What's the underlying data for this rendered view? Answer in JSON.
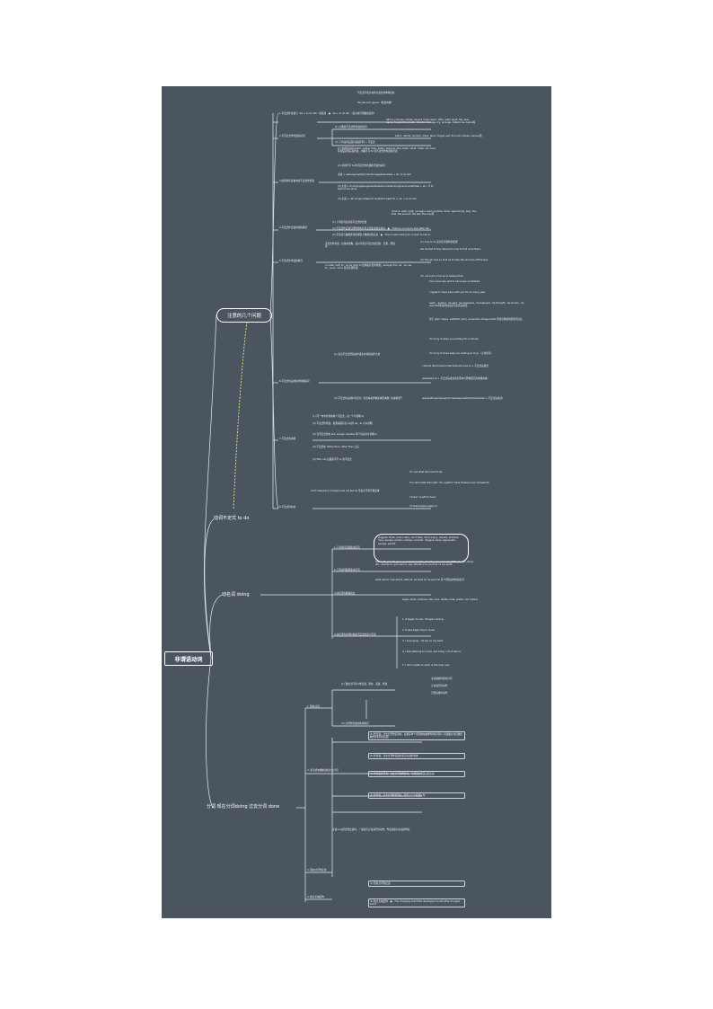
{
  "title": "非谓语动词",
  "branches": {
    "b1": "注意的几个问题",
    "b2": "动词不定式 to do",
    "b3": "动名词 doing",
    "b4": "分词 现在分词doing 过去分词 done"
  },
  "b1_top": [
    "不定式不表示动词主语的具体特征时",
    "His job is to guard.（职责内容）"
  ],
  "b1_items": [
    "1.不定式作表语与 “be + to do sth.” 的区别　●　be + to do sth.（表示将行所做的安排）",
    "2.带不定式作宾语的动词",
    "3.如何辨析表格中的不定式作宾语",
    "4.不定式作定语的特殊情况",
    "5.不定式作状语的情况",
    "6.不定式的完成时的特殊情况",
    "7.不定式的省略",
    "8.不定式的时态"
  ],
  "b1_details": [
    "afford, promise, refuse, expect, hope, learn, offer, wish, want, fail, plan, agree, forget, like, prefer, decide, manage, try, arrange, determine, desire等",
    "(1) 只能接不定式作宾语的动词",
    "teach, decide, wonder, show, learn, forget, ask, find out, advise, discuss等。",
    "(2) 下列动词后面可接疑问词 + 不定式",
    "(1) 在感官动词 watch, notice, hear, listen, observe, feel, taste, smell, make, let, have等使役动词后接宾语，省略不带 to 的不定式作宾语补足语",
    "(2) 常用不带 to 的不定式作宾语补足语的动词",
    "主语 + ask/require/tell/order/force/get/want/like + sb. to do sth.",
    "(3) 主语 + think/judge/suppose/believe/consider/imagine/consider/feel + sb. / it to be/to have done",
    "(4) 主语 + call on/upon/depend on/wait for/ask for + sb. + to do sth.",
    "chance, wish, right, courage, need, promise, time, opportunity, way, the first, the second, the last, the only等",
    "(1) 下列名词后常接不定式作定语",
    "(2) 不定式作定语与所修饰的名词之间是动宾关系时　●　There is no one to look after her.",
    "(3) 不定式与被修饰词在逻辑上构成动宾关系　●　She is now looking for a room to live in.",
    "不定式作状语，常用在结构，如只不表示不定式的目的、结果、原因等",
    "(1) only to do 表示出乎意料的结果",
    "We hurried to the classroom only to find none there.",
    "(2) The girl was so kind as to help the old man off the bus.",
    "in order (not) to、so as (not) to 结构表示目的状语；enough, too...to、so...as to、such...as to 表示结果状语",
    "I'm not such a fool as to believe that.",
    "The novel was said to have been published.",
    "I regret to have been with you for so many year.",
    "seem、appear、be said、be supposed、be believed、be thought、be known、be reported等动词时后接不定式完成式",
    "用于 glad, happy, satisfied, sorry, surprised, disappointed 等表示情感的形容词之后",
    "I'm sorry to keep you waiting for a minute.",
    "I'm sorry to have kept you waiting so long.（正在等待）",
    "(1) 表示不定式所指动作发生在谓语动作之前",
    "I should like to/would like to/would love to + 不定式完成式",
    "(was/were to + 不定式完成式表示原本打算做而实际未做的事)",
    "(2) 不定式的完成时可表示 “过去本来想做某事而未做” 的虚拟语气",
    "(expect/hope/mean/promise/suppose/think/want/wish + 不定式完成式)",
    "(1) 同一句中并列的两个不定式，后一个可省略 to",
    "(2) 不定式作宾语，如果前面有实义动词 do，to 可以省略",
    "(3) 当不定式用在 but, except, besides 等介词后时可省略 to",
    "(4) 不定式在 rather than, other than 之后",
    "(5) Why not 后面接不带 to 的不定式",
    "can't help/can't choose/could not but do 等表示不得不做某事",
    "I'm not what she used to be.",
    "You came late last night. You ought to have finished your homework.",
    "I knew I ought to have.",
    "I'd like/love/be happy to."
  ],
  "b3_items": [
    "1.下列动词只能接动名词",
    "2.下列动词既能接动名词",
    "3.动名词的特殊用法",
    "4.动名词的动词时态和不定式的意义区别"
  ],
  "b3_details": [
    "suggest, finish, avoid, stop, can't help, mind, enjoy, require, practise, miss, escape, pardon, advise, consider, imagine, keep, appreciate, escape, permit",
    "leave off, put off, give up, look forward to, feel like, have trouble/difficulty (in) doing sth., devote to, get used to, pay attention to, be fond of, be worth",
    "what about, how about, without, be tired of, be good at 等介词短语中的动名词",
    "begin, start, continue, like, love, dislike, hate, prefer, can't stand",
    "1. It began to rain. It began raining.",
    "2. It was beginning to snow.",
    "3. I love lying... (to lie) on my back.",
    "4. I like listening to music, but today I don't like to.",
    "5. I don't prefer to swim in the river now."
  ],
  "b4_items": [
    "1. 现在分词",
    "2. 表示状态或被动的过去分词",
    "3. 现在分词作定语",
    "4. 独立主格结构"
  ],
  "b4_details": [
    "(1) 现在分词可以作定语、宾补、表语、状语",
    "主动语态的现在分词",
    "正在进行的动作",
    "已经完成的动作",
    "(2) 分词作状语的各种情况",
    "(1) 作定语，过去分词作定语时，如果是单个词应放在被修饰的名词前；短语或从句应放在被修饰名词的后面",
    "(2) 作表语，过去分词作表语时表示主语的状态",
    "(3) 作宾语补足语，过去分词作宾补时，与宾语之间是动宾关系",
    "(4) 作状语，过去分词作状语时，相当于一个状语从句",
    "主语+ing形式作定语时，一般表示正在进行的动作；作表语表示主语的特征",
    "(1) 现在分词作定语",
    "(2) 独立主格结构　●　The changing world/the developed country/the changed world"
  ]
}
